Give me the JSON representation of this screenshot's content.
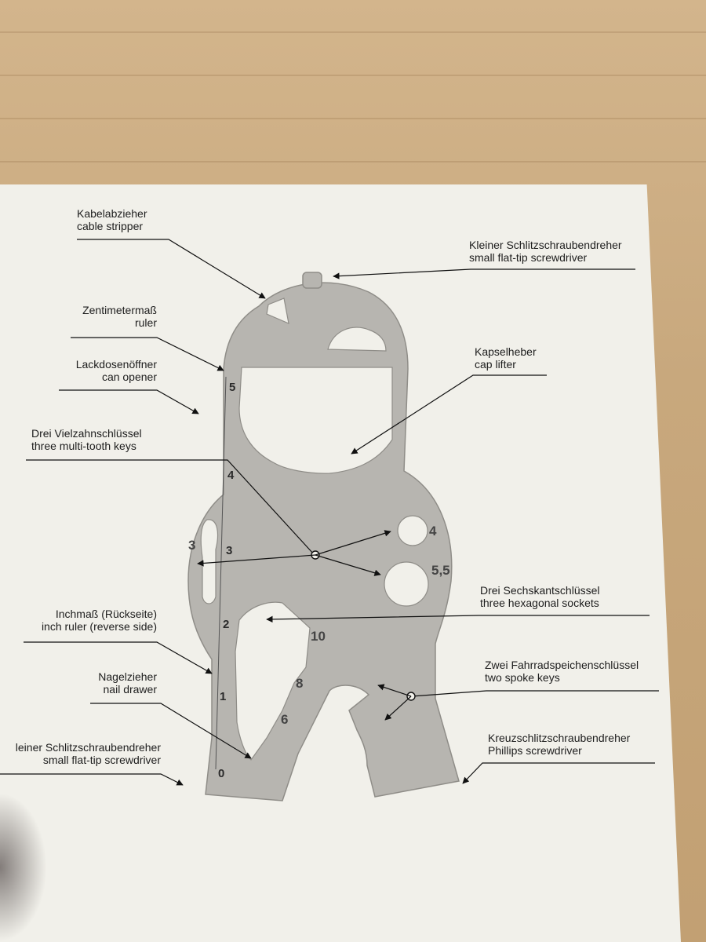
{
  "labels": {
    "cable_stripper": {
      "de": "Kabelabzieher",
      "en": "cable stripper"
    },
    "screwdriver_top": {
      "de": "Kleiner Schlitzschraubendreher",
      "en": "small flat-tip screwdriver"
    },
    "ruler": {
      "de": "Zentimetermaß",
      "en": "ruler"
    },
    "can_opener": {
      "de": "Lackdosenöffner",
      "en": "can opener"
    },
    "cap_lifter": {
      "de": "Kapselheber",
      "en": "cap lifter"
    },
    "multi_tooth": {
      "de": "Drei Vielzahnschlüssel",
      "en": "three multi-tooth keys"
    },
    "hex_sockets": {
      "de": "Drei Sechskantschlüssel",
      "en": "three hexagonal sockets"
    },
    "inch_ruler": {
      "de": "Inchmaß (Rückseite)",
      "en": "inch ruler (reverse side)"
    },
    "spoke_keys": {
      "de": "Zwei Fahrradspeichenschlüssel",
      "en": "two spoke keys"
    },
    "nail_drawer": {
      "de": "Nagelzieher",
      "en": "nail drawer"
    },
    "screwdriver_bottom": {
      "de": "leiner Schlitzschraubendreher",
      "en": "small flat-tip screwdriver"
    },
    "phillips": {
      "de": "Kreuzschlitzschraubendreher",
      "en": "Phillips screwdriver"
    }
  },
  "ruler_marks": [
    "0",
    "1",
    "2",
    "3",
    "4",
    "5"
  ],
  "key_sizes": {
    "small_hole": "4",
    "large_hole": "5,5",
    "multi_left": "3",
    "hex_10": "10",
    "hex_8": "8",
    "hex_6": "6"
  },
  "colors": {
    "card": "#f1f0ea",
    "tool": "#b7b5b0",
    "wood": "#c8a87d"
  }
}
